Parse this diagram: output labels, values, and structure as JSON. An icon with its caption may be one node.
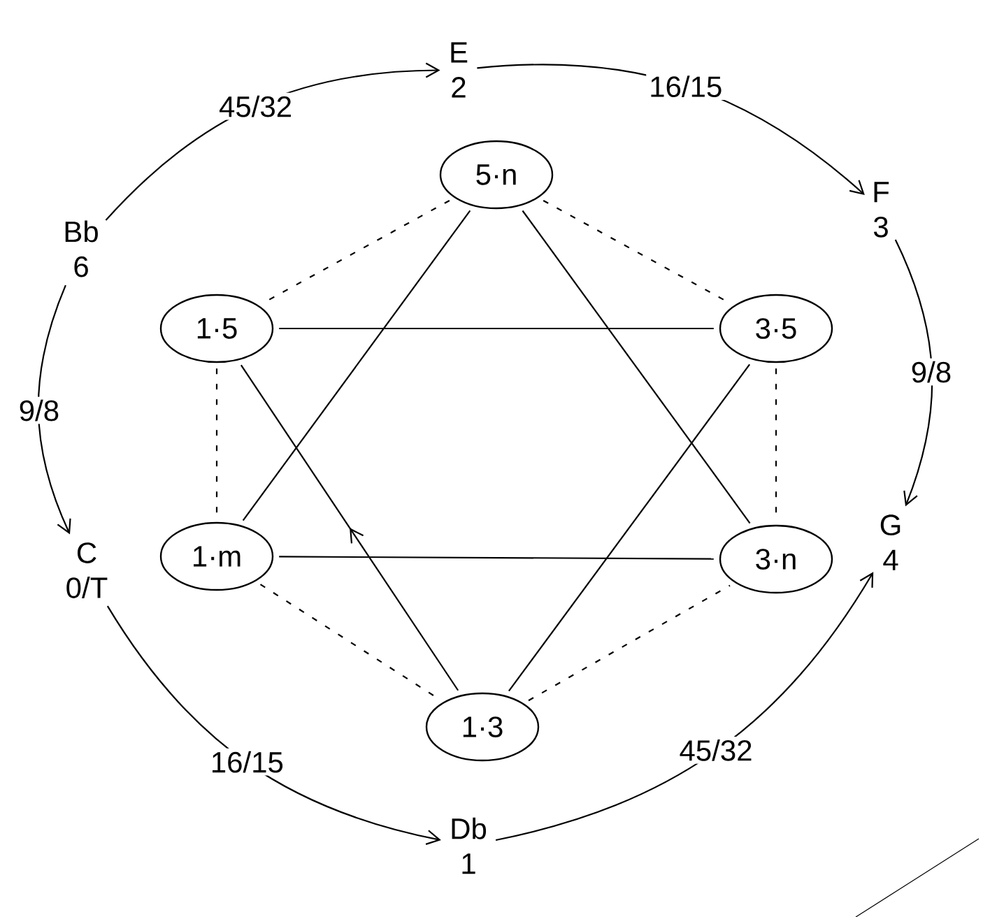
{
  "diagram": {
    "nodes": [
      {
        "text": [
          "E",
          "2"
        ]
      },
      {
        "text": [
          "F",
          "3"
        ]
      },
      {
        "text": [
          "G",
          "4"
        ]
      },
      {
        "text": [
          "Db",
          "1"
        ]
      },
      {
        "text": [
          "C",
          "0/T"
        ]
      },
      {
        "text": [
          "Bb",
          "6"
        ]
      },
      {
        "text": [
          "5·n"
        ]
      },
      {
        "text": [
          "1·5"
        ]
      },
      {
        "text": [
          "3·5"
        ]
      },
      {
        "text": [
          "1·m"
        ]
      },
      {
        "text": [
          "3·n"
        ]
      },
      {
        "text": [
          "1·3"
        ]
      }
    ],
    "edges": [
      {
        "from": 5,
        "to": 0,
        "arrow": "to",
        "label": "45/32"
      },
      {
        "from": 0,
        "to": 1,
        "arrow": "to",
        "label": "16/15"
      },
      {
        "from": 1,
        "to": 2,
        "arrow": "to",
        "label": "9/8"
      },
      {
        "from": 3,
        "to": 2,
        "arrow": "to",
        "label": "45/32"
      },
      {
        "from": 4,
        "to": 3,
        "arrow": "to",
        "label": "16/15"
      },
      {
        "from": 5,
        "to": 4,
        "arrow": "to",
        "label": "9/8"
      },
      {
        "from": 6,
        "to": 7,
        "arrow": "none",
        "style": "dashed"
      },
      {
        "from": 6,
        "to": 8,
        "arrow": "none",
        "style": "dashed"
      },
      {
        "from": 7,
        "to": 9,
        "arrow": "none",
        "style": "dashed"
      },
      {
        "from": 8,
        "to": 10,
        "arrow": "none",
        "style": "dashed"
      },
      {
        "from": 9,
        "to": 11,
        "arrow": "none",
        "style": "dashed"
      },
      {
        "from": 11,
        "to": 10,
        "arrow": "none",
        "style": "dashed"
      },
      {
        "from": 6,
        "to": 9,
        "arrow": "none"
      },
      {
        "from": 6,
        "to": 10,
        "arrow": "none"
      },
      {
        "from": 9,
        "to": 10,
        "arrow": "none"
      },
      {
        "from": 7,
        "to": 8,
        "arrow": "none"
      },
      {
        "from": 11,
        "to": 7,
        "arrow": "to"
      },
      {
        "from": 8,
        "to": 11,
        "arrow": "none"
      }
    ]
  }
}
